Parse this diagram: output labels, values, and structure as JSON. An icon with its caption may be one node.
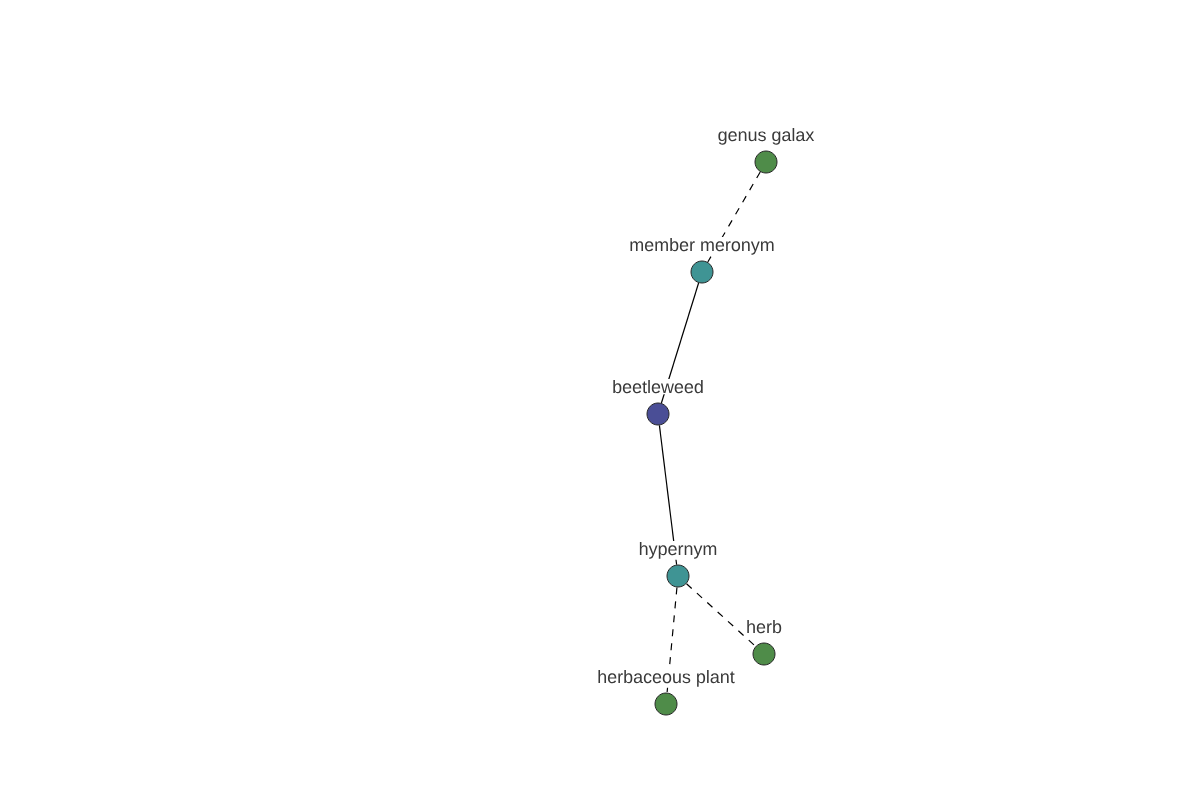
{
  "diagram": {
    "nodes": [
      {
        "text": [
          "genus galax"
        ]
      },
      {
        "text": [
          "member meronym"
        ]
      },
      {
        "text": [
          "beetleweed"
        ]
      },
      {
        "text": [
          "hypernym"
        ]
      },
      {
        "text": [
          "herb"
        ]
      },
      {
        "text": [
          "herbaceous plant"
        ]
      }
    ],
    "edges": [
      {
        "from": 0,
        "to": 1,
        "arrow": "none",
        "style": "dashed"
      },
      {
        "from": 1,
        "to": 2,
        "arrow": "none"
      },
      {
        "from": 2,
        "to": 3,
        "arrow": "none"
      },
      {
        "from": 3,
        "to": 4,
        "arrow": "none",
        "style": "dashed"
      },
      {
        "from": 3,
        "to": 5,
        "arrow": "none",
        "style": "dashed"
      }
    ]
  }
}
